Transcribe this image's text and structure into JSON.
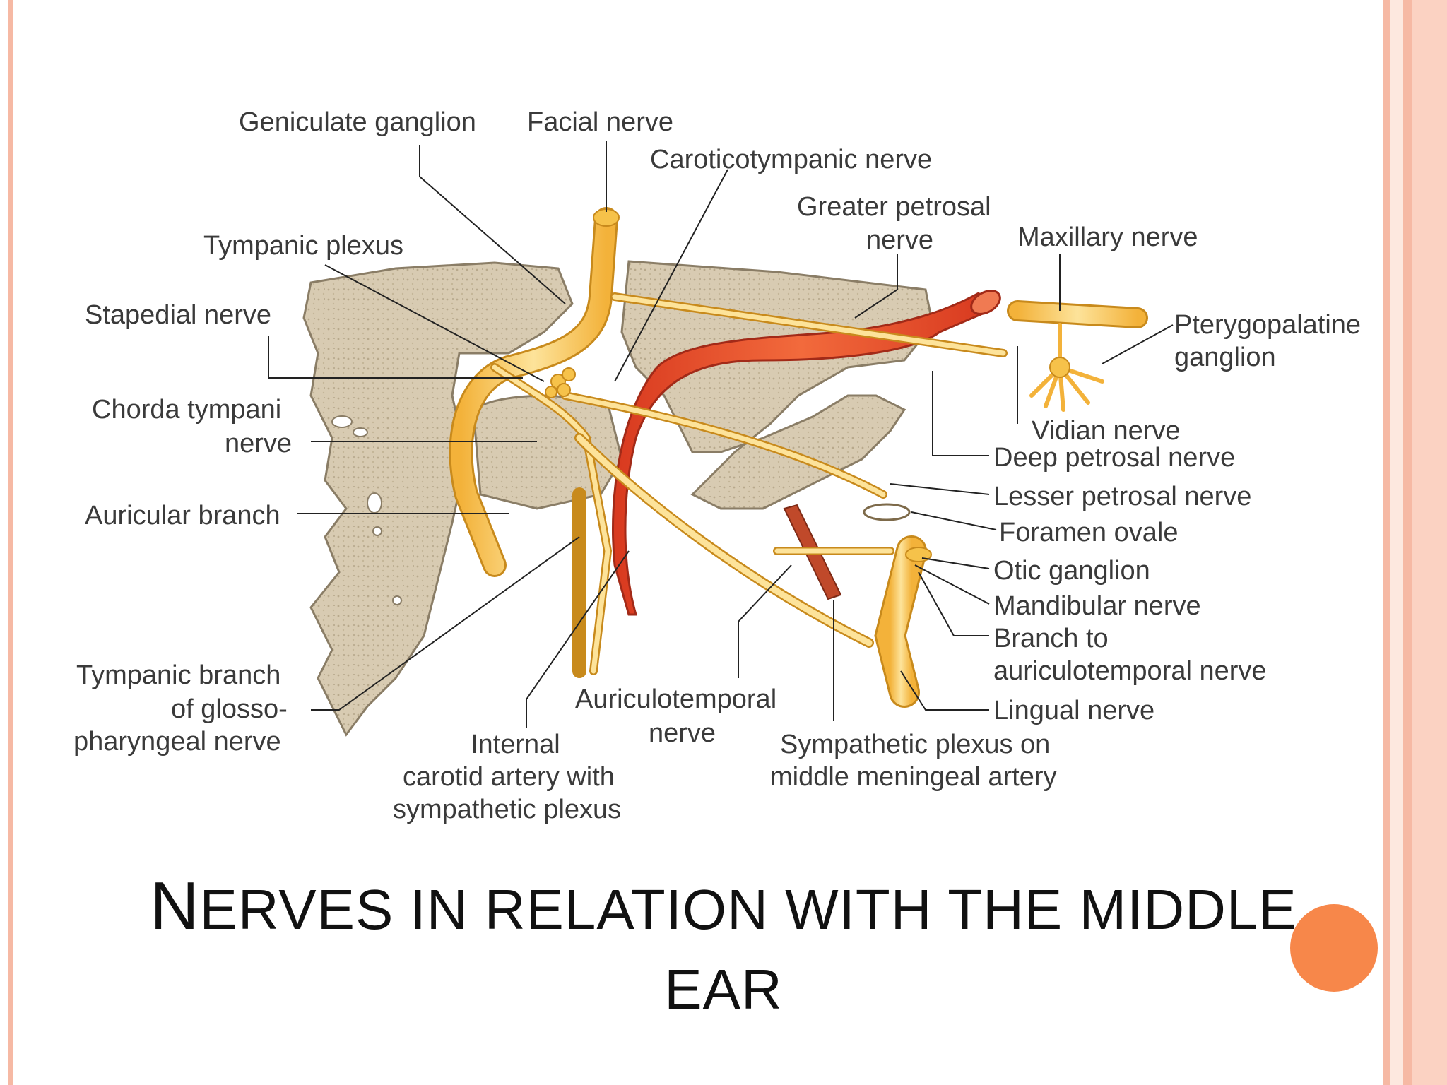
{
  "slide": {
    "title_first_letter": "N",
    "title_rest": "ERVES IN RELATION WITH THE MIDDLE",
    "title_line2": "EAR"
  },
  "diagram": {
    "labels": {
      "geniculate_ganglion": "Geniculate ganglion",
      "facial_nerve": "Facial nerve",
      "caroticotympanic_nerve": "Caroticotympanic nerve",
      "greater_petrosal_1": "Greater petrosal",
      "greater_petrosal_2": "nerve",
      "maxillary_nerve": "Maxillary nerve",
      "tympanic_plexus": "Tympanic plexus",
      "stapedial_nerve": "Stapedial nerve",
      "pterygopalatine_1": "Pterygopalatine",
      "pterygopalatine_2": "ganglion",
      "chorda_tympani_1": "Chorda tympani",
      "chorda_tympani_2": "nerve",
      "vidian_nerve": "Vidian nerve",
      "deep_petrosal_nerve": "Deep petrosal nerve",
      "lesser_petrosal_nerve": "Lesser petrosal nerve",
      "auricular_branch": "Auricular branch",
      "foramen_ovale": "Foramen ovale",
      "otic_ganglion": "Otic ganglion",
      "mandibular_nerve": "Mandibular nerve",
      "branch_to_1": "Branch to",
      "branch_to_2": "auriculotemporal nerve",
      "tympanic_branch_1": "Tympanic branch",
      "tympanic_branch_2": "of glosso-",
      "tympanic_branch_3": "pharyngeal nerve",
      "auriculotemporal_1": "Auriculotemporal",
      "auriculotemporal_2": "nerve",
      "lingual_nerve": "Lingual nerve",
      "internal_carotid_1": "Internal",
      "internal_carotid_2": "carotid artery with",
      "internal_carotid_3": "sympathetic plexus",
      "sympathetic_plexus_1": "Sympathetic plexus on",
      "sympathetic_plexus_2": "middle meningeal artery"
    }
  },
  "colors": {
    "accent": "#f7874a",
    "border": "#f6b9a4",
    "bone": "#d9ccb4",
    "nerve": "#f6c24a",
    "artery": "#e04a2c"
  }
}
